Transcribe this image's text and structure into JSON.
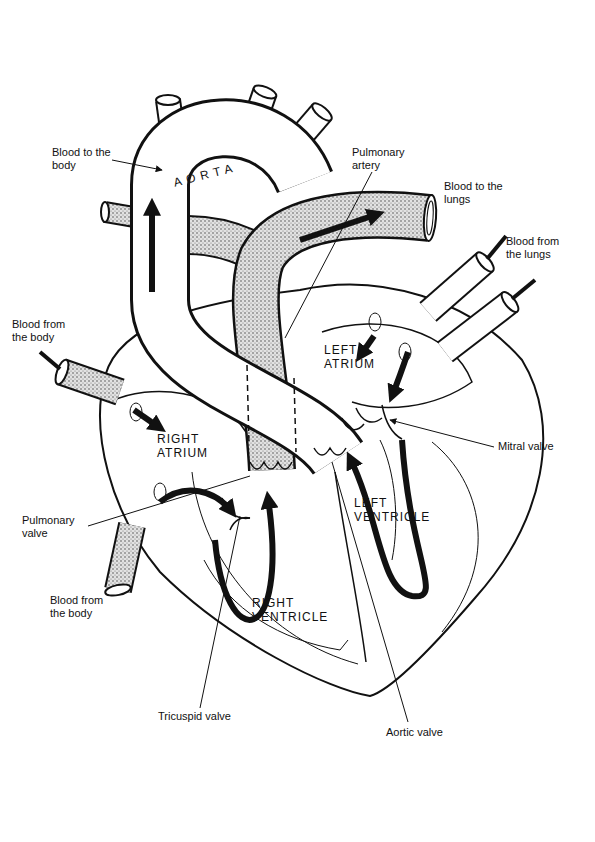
{
  "diagram": {
    "labels": [
      "Blood to the body",
      "AORTA",
      "Pulmonary artery",
      "Blood to the lungs",
      "Blood from the lungs",
      "Blood from the body",
      "LEFT ATRIUM",
      "RIGHT ATRIUM",
      "Mitral valve",
      "LEFT VENTRICLE",
      "Pulmonary valve",
      "Blood from the body",
      "RIGHT VENTRICLE",
      "Tricuspid valve",
      "Aortic valve"
    ]
  }
}
